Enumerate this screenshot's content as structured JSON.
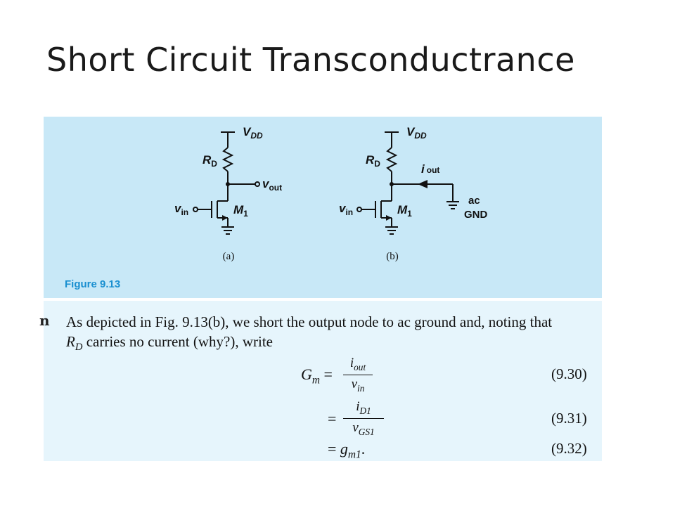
{
  "slide": {
    "title": "Short Circuit Transconductrance"
  },
  "figure": {
    "caption": "Figure 9.13",
    "circuit_a": {
      "sublabel": "(a)",
      "vdd": "V",
      "vdd_sub": "DD",
      "rd": "R",
      "rd_sub": "D",
      "vout": "v",
      "vout_sub": "out",
      "vin": "v",
      "vin_sub": "in",
      "m1": "M",
      "m1_sub": "1"
    },
    "circuit_b": {
      "sublabel": "(b)",
      "vdd": "V",
      "vdd_sub": "DD",
      "rd": "R",
      "rd_sub": "D",
      "iout": "i",
      "iout_sub": "out",
      "vin": "v",
      "vin_sub": "in",
      "m1": "M",
      "m1_sub": "1",
      "ac": "ac",
      "gnd": "GND"
    }
  },
  "text": {
    "cut_letter": "n",
    "line1": "As depicted in Fig. 9.13(b), we short the output node to ac ground and, noting that",
    "line2_var": "R",
    "line2_sub": "D",
    "line2_rest": " carries no current (why?), write",
    "equations": [
      {
        "lhs_var": "G",
        "lhs_sub": "m",
        "op": " =",
        "num_var": "i",
        "num_sub": "out",
        "den_var": "v",
        "den_sub": "in",
        "number": "(9.30)"
      },
      {
        "op": "=",
        "num_var": "i",
        "num_sub": "D1",
        "den_var": "v",
        "den_sub": "GS1",
        "number": "(9.31)"
      },
      {
        "op": "=",
        "rhs_var": "g",
        "rhs_sub": "m1",
        "rhs_tail": ".",
        "number": "(9.32)"
      }
    ]
  },
  "colors": {
    "figure_background": "#c8e8f7",
    "text_background": "#e6f5fc",
    "caption": "#1a8fd0"
  }
}
